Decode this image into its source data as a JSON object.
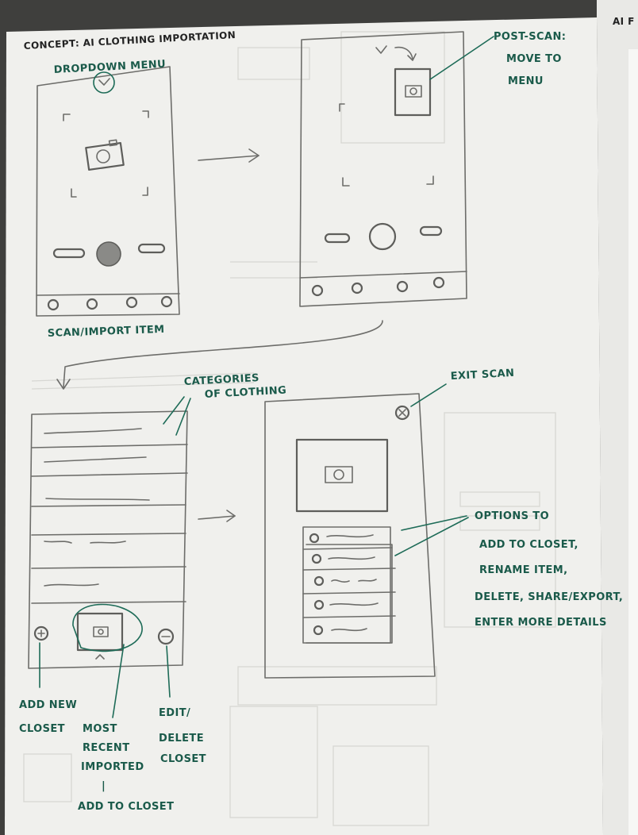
{
  "title": "CONCEPT: AI CLOTHING IMPORTATION",
  "next_page_title": "AI F",
  "labels": {
    "dropdown_menu": "DROPDOWN MENU",
    "scan_import": "SCAN/IMPORT ITEM",
    "post_scan_1": "POST-SCAN:",
    "post_scan_2": "MOVE TO",
    "post_scan_3": "MENU",
    "categories_1": "CATEGORIES",
    "categories_2": "OF CLOTHING",
    "exit_scan": "EXIT SCAN",
    "options_1": "OPTIONS TO",
    "options_2": "ADD TO CLOSET,",
    "options_3": "RENAME ITEM,",
    "options_4": "DELETE, SHARE/EXPORT,",
    "options_5": "ENTER MORE DETAILS",
    "add_new_1": "ADD NEW",
    "add_new_2": "CLOSET",
    "most_recent_1": "MOST",
    "most_recent_2": "RECENT",
    "most_recent_3": "IMPORTED",
    "most_recent_4": "|",
    "most_recent_5": "ADD TO CLOSET",
    "edit_delete_1": "EDIT/",
    "edit_delete_2": "DELETE",
    "edit_delete_3": "CLOSET"
  },
  "colors": {
    "paper": "#f1f1ee",
    "pencil": "#6d6d6a",
    "green_ink": "#1d6b57",
    "black_ink": "#222222"
  }
}
